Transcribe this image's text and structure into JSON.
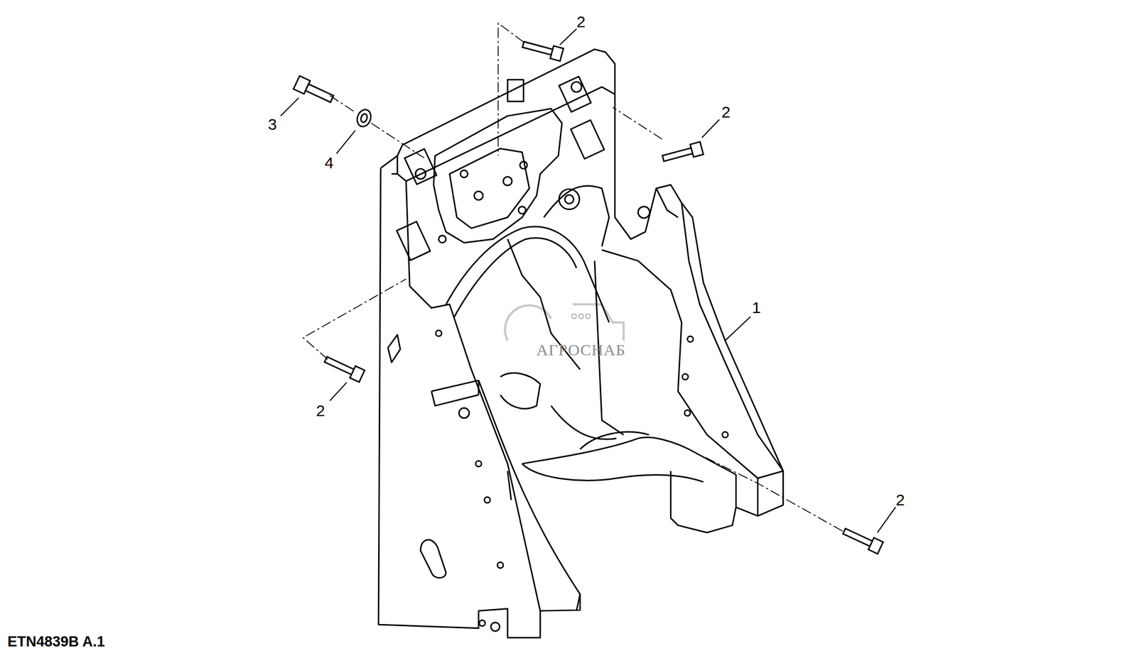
{
  "diagram": {
    "labels": [
      "2",
      "3",
      "2",
      "4",
      "1",
      "2",
      "2",
      "ETN4839B A.1",
      "ООО",
      "АГРОСНАБ"
    ]
  }
}
